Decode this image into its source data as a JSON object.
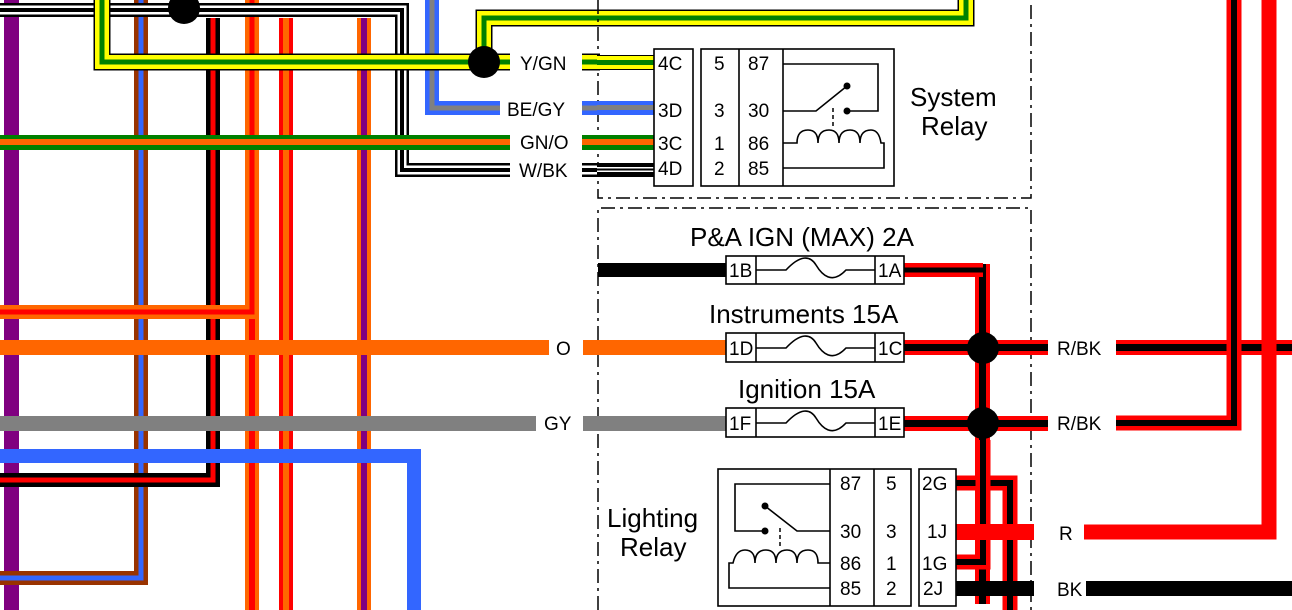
{
  "diagram": {
    "title": "Wiring diagram — System Relay, fuses and Lighting Relay",
    "colors": {
      "R": "#ff0000",
      "BK": "#000000",
      "O": "#ff6600",
      "GY": "#808080",
      "BE": "#3366ff",
      "GN": "#008000",
      "Y": "#ffff00",
      "V": "#800080",
      "BN": "#993300",
      "W": "#ffffff"
    },
    "system_relay": {
      "title_line1": "System",
      "title_line2": "Relay",
      "connector_pins": [
        "4C",
        "3D",
        "3C",
        "4D"
      ],
      "cavity_numbers": [
        "5",
        "3",
        "1",
        "2"
      ],
      "terminals": [
        "87",
        "30",
        "86",
        "85"
      ],
      "wires": [
        {
          "label": "Y/GN",
          "pin": "4C"
        },
        {
          "label": "BE/GY",
          "pin": "3D"
        },
        {
          "label": "GN/O",
          "pin": "3C"
        },
        {
          "label": "W/BK",
          "pin": "4D"
        }
      ]
    },
    "fuses": [
      {
        "title": "P&A IGN (MAX) 2A",
        "in_pin": "1B",
        "out_pin": "1A",
        "in_wire": "",
        "out_wire": ""
      },
      {
        "title": "Instruments 15A",
        "in_pin": "1D",
        "out_pin": "1C",
        "in_wire": "O",
        "out_wire": "R/BK"
      },
      {
        "title": "Ignition 15A",
        "in_pin": "1F",
        "out_pin": "1E",
        "in_wire": "GY",
        "out_wire": "R/BK"
      }
    ],
    "lighting_relay": {
      "title_line1": "Lighting",
      "title_line2": "Relay",
      "terminals": [
        "87",
        "30",
        "86",
        "85"
      ],
      "cavity_numbers": [
        "5",
        "3",
        "1",
        "2"
      ],
      "connector_pins": [
        "2G",
        "1J",
        "1G",
        "2J"
      ],
      "wires": [
        {
          "label": "R",
          "pin": "1J"
        },
        {
          "label": "BK",
          "pin": "2J"
        }
      ]
    }
  }
}
